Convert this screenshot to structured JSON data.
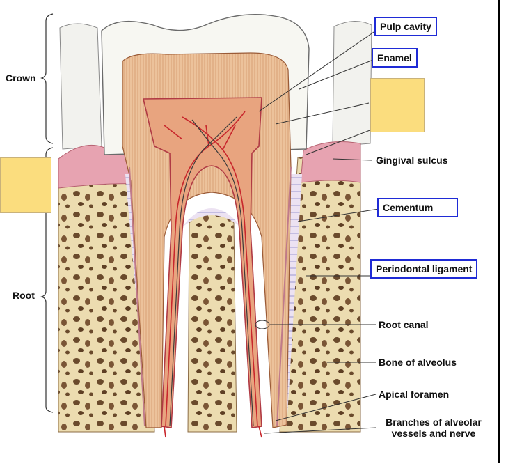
{
  "labels": {
    "crown": "Crown",
    "root": "Root",
    "pulp_cavity": "Pulp cavity",
    "enamel": "Enamel",
    "gingival_sulcus": "Gingival sulcus",
    "cementum": "Cementum",
    "periodontal_ligament": "Periodontal ligament",
    "root_canal": "Root canal",
    "bone_of_alveolus": "Bone of alveolus",
    "apical_foramen": "Apical foramen",
    "branches_line1": "Branches of alveolar",
    "branches_line2": "vessels and nerve"
  },
  "colors": {
    "highlight_box_border": "#1f2bd6",
    "blank_box_fill": "#fbdd7e",
    "enamel": "#f7f7f2",
    "dentin": "#ecc29b",
    "pulp": "#e8a47f",
    "bone": "#ecdcb0",
    "gum": "#e7a3b1",
    "vessel_red": "#c8262c"
  }
}
